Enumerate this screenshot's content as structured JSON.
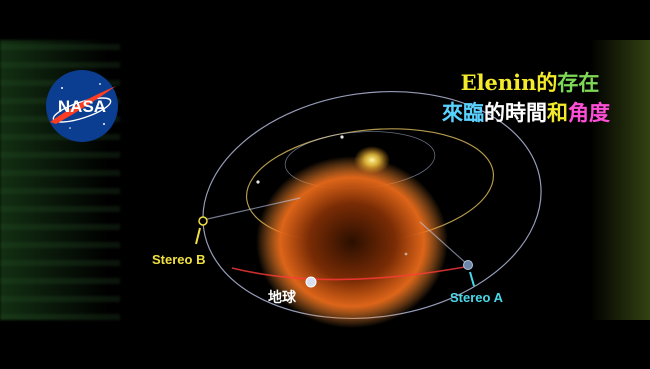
{
  "logo": {
    "text": "NASA",
    "icon": "nasa-meatball-icon"
  },
  "title": {
    "line1": [
      {
        "text": "Elenin",
        "color": "#f2ea2a"
      },
      {
        "text": "的",
        "color": "#f2ea2a"
      },
      {
        "text": "存在",
        "color": "#7ed957"
      }
    ],
    "line2": [
      {
        "text": "來臨",
        "color": "#5ad2ff"
      },
      {
        "text": "的時間",
        "color": "#ffffff"
      },
      {
        "text": "和",
        "color": "#f2ea2a"
      },
      {
        "text": "角度",
        "color": "#ff4fd8"
      }
    ]
  },
  "labels": {
    "stereo_b": {
      "text": "Stereo B",
      "color": "#f0e040"
    },
    "earth": {
      "text": "地球",
      "color": "#ffffff"
    },
    "stereo_a": {
      "text": "Stereo A",
      "color": "#4ad8e8"
    }
  },
  "colors": {
    "sun_glow": "#ff8a2a",
    "orbit_outer": "#cfd6ff",
    "orbit_inner": "#e0c060",
    "earth_orbit": "#ff4040"
  }
}
